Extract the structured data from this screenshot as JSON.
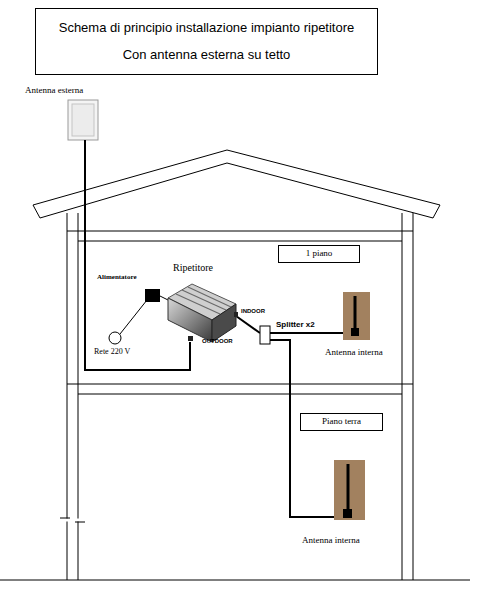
{
  "diagram": {
    "nodes": [
      {
        "text": [
          "Schema di principio installazione impianto ripetitore",
          "Con antenna esterna su tetto"
        ]
      },
      {
        "text": [
          "1 piano"
        ]
      },
      {
        "text": [
          "Piano terra"
        ]
      }
    ],
    "labels": [
      "Antenna esterna",
      "Alimentatore",
      "Ripetitore",
      "Rete 220 V",
      "INDOOR",
      "OUTDOOR",
      "Splitter x2",
      "Antenna interna",
      "Antenna interna"
    ]
  }
}
